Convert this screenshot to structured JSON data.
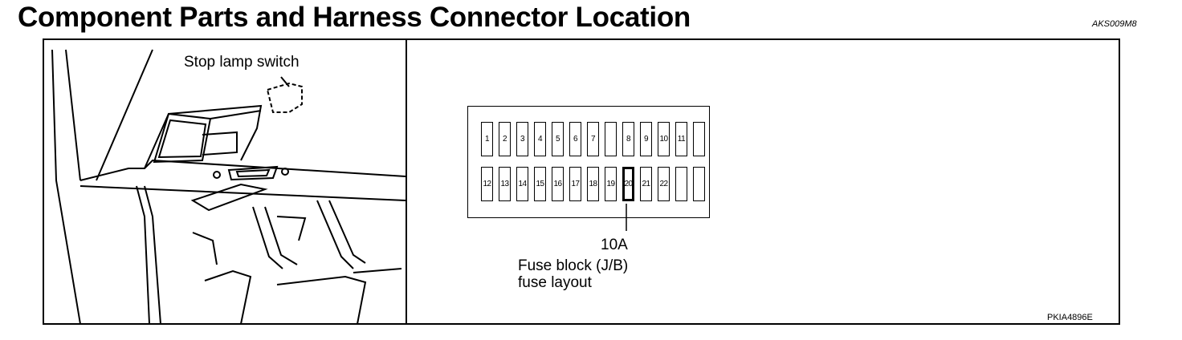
{
  "header": {
    "title": "Component Parts and Harness Connector Location",
    "code": "AKS009M8"
  },
  "left_panel": {
    "switch_label": "Stop lamp switch"
  },
  "right_panel": {
    "fuse_label_value": "10A",
    "fuse_label_line1": "Fuse block (J/B)",
    "fuse_label_line2": "fuse layout",
    "figure_code": "PKIA4896E"
  },
  "fuse_block": {
    "top_row": [
      "1",
      "2",
      "3",
      "4",
      "5",
      "6",
      "7",
      "",
      "8",
      "9",
      "10",
      "11",
      ""
    ],
    "bottom_row": [
      "12",
      "13",
      "14",
      "15",
      "16",
      "17",
      "18",
      "19",
      "20",
      "21",
      "22",
      "",
      ""
    ],
    "highlighted": "20"
  }
}
